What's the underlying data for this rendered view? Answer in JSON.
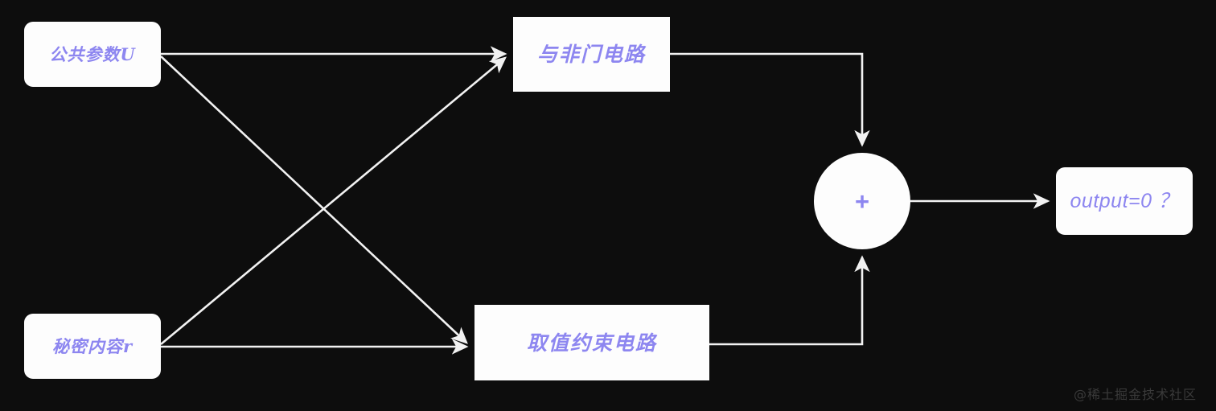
{
  "diagram": {
    "background_color": "#0d0d0d",
    "node_fill_color": "#fdfdfd",
    "label_color": "#8d86f0",
    "edge_color": "#f2f2f2",
    "nodes": {
      "public_param": {
        "label": "公共参数U",
        "shape": "rounded-rect"
      },
      "secret_content": {
        "label": "秘密内容r",
        "shape": "rounded-rect"
      },
      "nand_circuit": {
        "label": "与非门电路",
        "shape": "rect"
      },
      "range_constraint_circuit": {
        "label": "取值约束电路",
        "shape": "rect"
      },
      "sum_node": {
        "label": "+",
        "shape": "circle"
      },
      "output_check": {
        "label": "output=0 ？",
        "shape": "rounded-rect"
      }
    },
    "edges": [
      {
        "from": "public_param",
        "to": "nand_circuit",
        "style": "straight-arrow"
      },
      {
        "from": "public_param",
        "to": "range_constraint_circuit",
        "style": "diagonal-arrow"
      },
      {
        "from": "secret_content",
        "to": "nand_circuit",
        "style": "diagonal-arrow"
      },
      {
        "from": "secret_content",
        "to": "range_constraint_circuit",
        "style": "straight-arrow"
      },
      {
        "from": "nand_circuit",
        "to": "sum_node",
        "style": "orthogonal-arrow"
      },
      {
        "from": "range_constraint_circuit",
        "to": "sum_node",
        "style": "orthogonal-arrow"
      },
      {
        "from": "sum_node",
        "to": "output_check",
        "style": "straight-arrow"
      }
    ]
  },
  "watermark": {
    "text": "@稀土掘金技术社区"
  }
}
